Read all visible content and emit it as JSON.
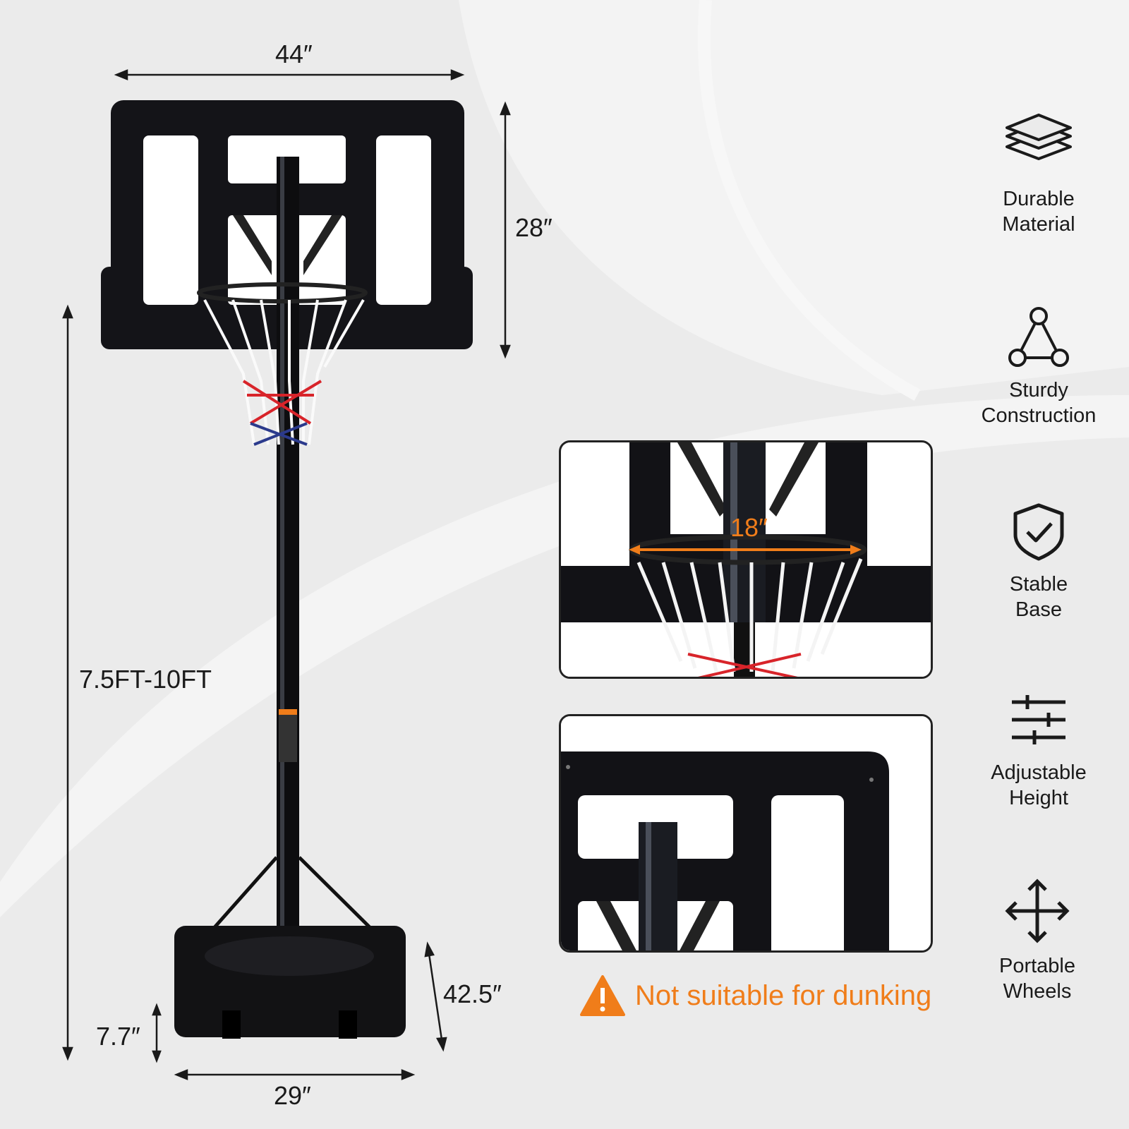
{
  "dimensions": {
    "backboard_width": "44″",
    "backboard_height": "28″",
    "height_range": "7.5FT-10FT",
    "base_depth": "42.5″",
    "base_height": "7.7″",
    "base_width": "29″",
    "rim_diameter": "18″"
  },
  "features": [
    {
      "icon": "layers-icon",
      "line1": "Durable",
      "line2": "Material"
    },
    {
      "icon": "triangle-nodes-icon",
      "line1": "Sturdy",
      "line2": "Construction"
    },
    {
      "icon": "shield-check-icon",
      "line1": "Stable",
      "line2": "Base"
    },
    {
      "icon": "sliders-icon",
      "line1": "Adjustable",
      "line2": "Height"
    },
    {
      "icon": "move-arrows-icon",
      "line1": "Portable",
      "line2": "Wheels"
    }
  ],
  "warning": {
    "icon": "warning-triangle-icon",
    "text": "Not suitable for dunking"
  },
  "colors": {
    "background": "#ebebeb",
    "accent": "#f07d1a",
    "product": "#111111"
  }
}
